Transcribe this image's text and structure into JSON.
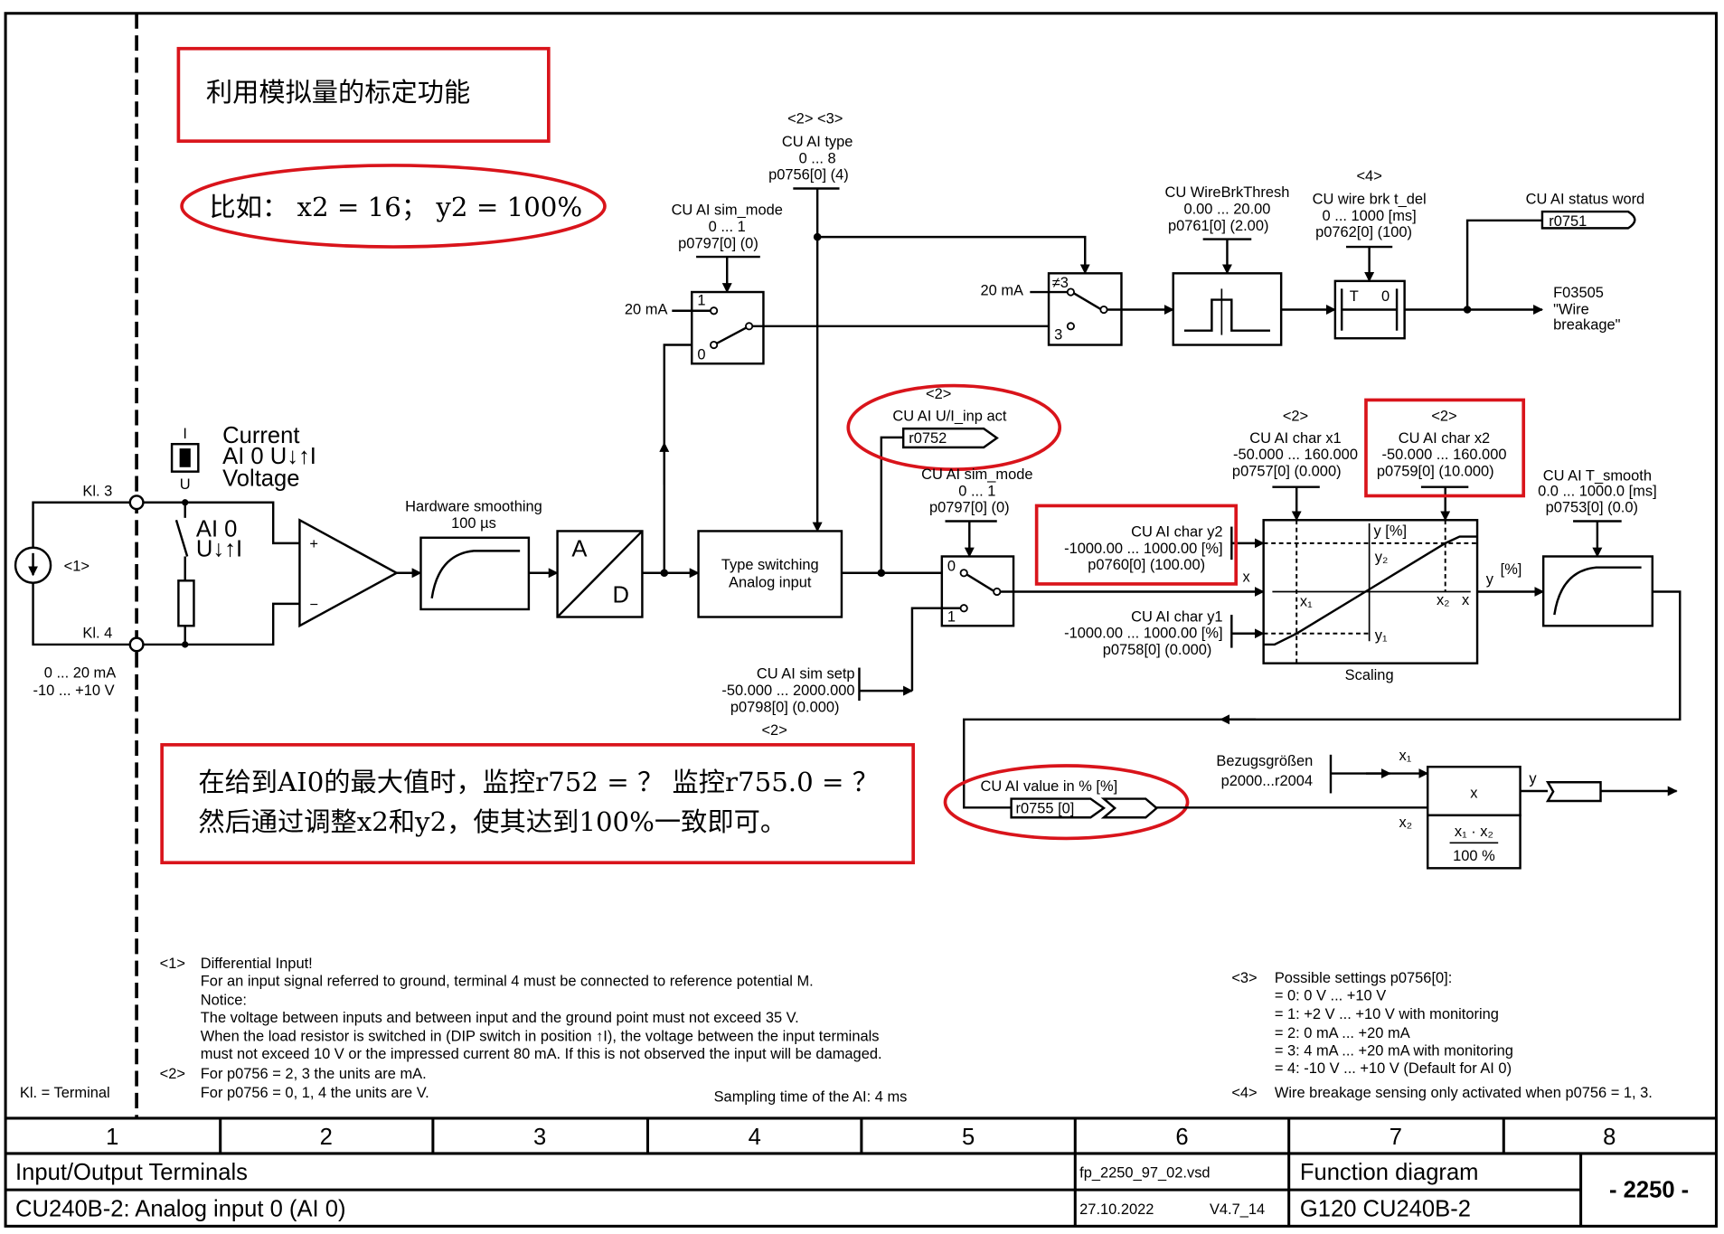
{
  "annotations": {
    "title_box": "利用模拟量的标定功能",
    "example": "比如： x2 = 16； y2 = 100%",
    "instruction_line1": "在给到AI0的最大值时，监控r752 = ？ 监控r755.0 = ？",
    "instruction_line2": "然后通过调整x2和y2，使其达到100%一致即可。",
    "highlight_color": "#d9141b"
  },
  "terminals": {
    "kl3": "Kl. 3",
    "kl4": "Kl. 4",
    "note_ref": "<1>",
    "range_ma": "0 ... 20 mA",
    "range_v": "-10 ... +10 V",
    "dip_i": "I",
    "dip_u": "U",
    "current": "Current",
    "ai0_dip": "AI 0   U↓↑I",
    "voltage": "Voltage",
    "ai0": "AI 0",
    "ai0_ui": "U↓↑I",
    "plus": "+",
    "minus": "−",
    "legend": "Kl. = Terminal"
  },
  "hw_smoothing": {
    "label": "Hardware smoothing",
    "value": "100 µs"
  },
  "adc": {
    "a": "A",
    "d": "D"
  },
  "type_switching": {
    "line1": "Type switching",
    "line2": "Analog input"
  },
  "ai_type": {
    "refs": "<2>  <3>",
    "name": "CU AI type",
    "range": "0 ... 8",
    "param": "p0756[0] (4)"
  },
  "sim_mode_1": {
    "name": "CU AI sim_mode",
    "range": "0 ... 1",
    "param": "p0797[0] (0)",
    "in1": "1",
    "in0": "0",
    "src": "20 mA"
  },
  "wire_switch": {
    "src": "20 mA",
    "ne3": "≠3",
    "eq3": "3"
  },
  "wirebrk_thresh": {
    "name": "CU WireBrkThresh",
    "range": "0.00 ... 20.00",
    "param": "p0761[0] (2.00)"
  },
  "wire_brk_tdel": {
    "ref": "<4>",
    "name": "CU wire brk t_del",
    "range": "0 ... 1000  [ms]",
    "param": "p0762[0] (100)",
    "t": "T",
    "zero": "0"
  },
  "status_word": {
    "name": "CU AI status word",
    "param": "r0751"
  },
  "fault": {
    "code": "F03505",
    "line2": "\"Wire",
    "line3": "breakage\""
  },
  "inp_act": {
    "ref": "<2>",
    "name": "CU AI U/I_inp act",
    "param": "r0752"
  },
  "sim_mode_2": {
    "name": "CU AI sim_mode",
    "range": "0 ... 1",
    "param": "p0797[0] (0)",
    "in0": "0",
    "in1": "1"
  },
  "sim_setp": {
    "name": "CU AI sim setp",
    "range": "-50.000 ... 2000.000",
    "param": "p0798[0] (0.000)",
    "ref": "<2>"
  },
  "char_y2": {
    "name": "CU AI char y2",
    "range": "-1000.00 ... 1000.00  [%]",
    "param": "p0760[0] (100.00)"
  },
  "char_y1": {
    "name": "CU AI char y1",
    "range": "-1000.00 ... 1000.00  [%]",
    "param": "p0758[0] (0.000)"
  },
  "char_x1": {
    "ref": "<2>",
    "name": "CU AI char x1",
    "range": "-50.000 ... 160.000",
    "param": "p0757[0] (0.000)"
  },
  "char_x2": {
    "ref": "<2>",
    "name": "CU AI char x2",
    "range": "-50.000 ... 160.000",
    "param": "p0759[0] (10.000)"
  },
  "scaling": {
    "label": "Scaling",
    "x_in": "x",
    "y_axis": "y [%]",
    "y2": "y₂",
    "y1": "y₁",
    "x1": "x₁",
    "x2": "x₂",
    "x_axis": "x",
    "y_out": "y",
    "y_unit": "[%]"
  },
  "t_smooth": {
    "name": "CU AI T_smooth",
    "range": "0.0 ... 1000.0  [ms]",
    "param": "p0753[0] (0.0)"
  },
  "value_pct": {
    "name": "CU AI value in % [%]",
    "param": "r0755 [0]"
  },
  "multiplier": {
    "ref_name": "Bezugsgrößen",
    "ref_params": "p2000...r2004",
    "x1": "x₁",
    "x2": "x₂",
    "y": "y",
    "op": "x",
    "formula": "x₁ · x₂",
    "denominator": "100 %"
  },
  "notes": {
    "n1_ref": "<1>",
    "n1": [
      "Differential Input!",
      "For an input signal referred to ground, terminal 4 must be connected to reference potential M.",
      "Notice:",
      "The voltage between inputs and between input and the ground point must not exceed 35 V.",
      "When the load resistor is switched in (DIP switch in position ↑I), the voltage between the input terminals",
      "must not exceed 10 V or the impressed current 80 mA. If this is not observed the input will be damaged."
    ],
    "n2_ref": "<2>",
    "n2": [
      "For p0756 = 2, 3 the units are mA.",
      "For p0756 = 0, 1, 4 the units are V."
    ],
    "sampling": "Sampling time of the AI: 4 ms",
    "n3_ref": "<3>",
    "n3": [
      "Possible settings p0756[0]:",
      "= 0:  0 V ... +10 V",
      "= 1:  +2 V ... +10 V with monitoring",
      "= 2:  0 mA ... +20 mA",
      "= 3:  4 mA ... +20 mA with monitoring",
      "= 4:  -10 V ... +10 V (Default for AI 0)"
    ],
    "n4_ref": "<4>",
    "n4": "Wire breakage sensing only activated when p0756 = 1, 3."
  },
  "footer": {
    "columns": [
      "1",
      "2",
      "3",
      "4",
      "5",
      "6",
      "7",
      "8"
    ],
    "section": "Input/Output Terminals",
    "title": "CU240B-2: Analog input 0 (AI 0)",
    "file": "fp_2250_97_02.vsd",
    "date": "27.10.2022",
    "version": "V4.7_14",
    "doc_type": "Function diagram",
    "device": "G120 CU240B-2",
    "page": "- 2250 -"
  }
}
